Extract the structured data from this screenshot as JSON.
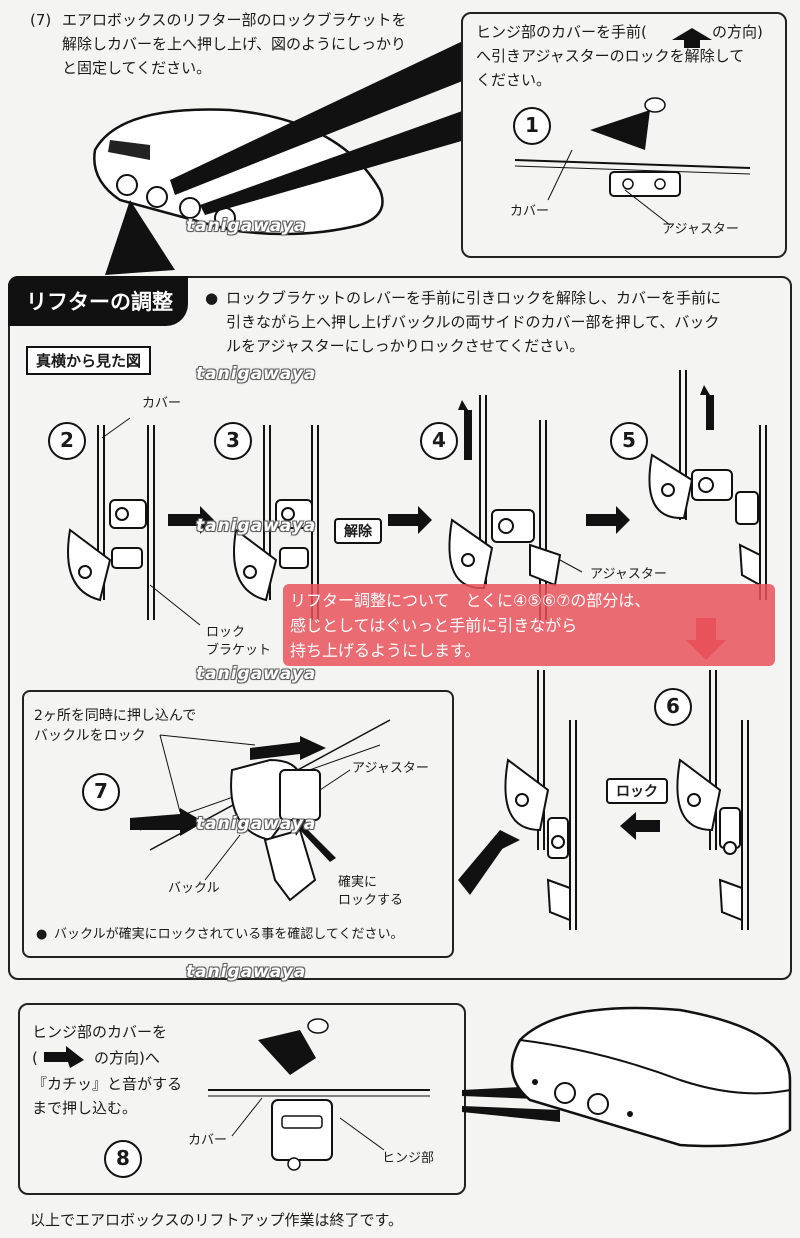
{
  "step7_intro": {
    "number": "(7)",
    "text": "エアロボックスのリフター部のロックブラケットを\n解除しカバーを上へ押し上げ、図のようにしっかり\nと固定してください。"
  },
  "top_panel": {
    "text_1": "ヒンジ部のカバーを手前(",
    "text_2": "の方向)",
    "text_3": "へ引きアジャスターのロックを解除して\nください。",
    "step_number": "1",
    "label_cover": "カバー",
    "label_adjuster": "アジャスター"
  },
  "lifter_section": {
    "title": "リフターの調整",
    "bullet": "●",
    "instruction": "ロックブラケットのレバーを手前に引きロックを解除し、カバーを手前に\n引きながら上へ押し上げバックルの両サイドのカバー部を押して、バック\nルをアジャスターにしっかりロックさせてください。",
    "side_view_label": "真横から見た図",
    "steps": [
      "2",
      "3",
      "4",
      "5",
      "6"
    ],
    "label_cover": "カバー",
    "label_release": "解除",
    "label_adjuster": "アジャスター",
    "label_lock_bracket": "ロック\nブラケット",
    "label_lock": "ロック"
  },
  "overlay_note": {
    "text": "リフター調整について　とくに④⑤⑥⑦の部分は、\n感じとしてはぐいっと手前に引きながら\n持ち上げるようにします。",
    "color": "#e8525a"
  },
  "step7_panel": {
    "number": "7",
    "text_top": "2ヶ所を同時に押し込んで\nバックルをロック",
    "label_adjuster": "アジャスター",
    "label_buckle": "バックル",
    "label_lock_firm": "確実に\nロックする",
    "bullet": "●",
    "confirm": "バックルが確実にロックされている事を確認してください。"
  },
  "step8_panel": {
    "text_1": "ヒンジ部のカバーを",
    "text_2a": "(",
    "text_2b": "の方向)へ",
    "text_3": "『カチッ』と音がする\nまで押し込む。",
    "number": "8",
    "label_cover": "カバー",
    "label_hinge": "ヒンジ部"
  },
  "footer": {
    "text": "以上でエアロボックスのリフトアップ作業は終了です。"
  },
  "watermark": "tanigawaya"
}
